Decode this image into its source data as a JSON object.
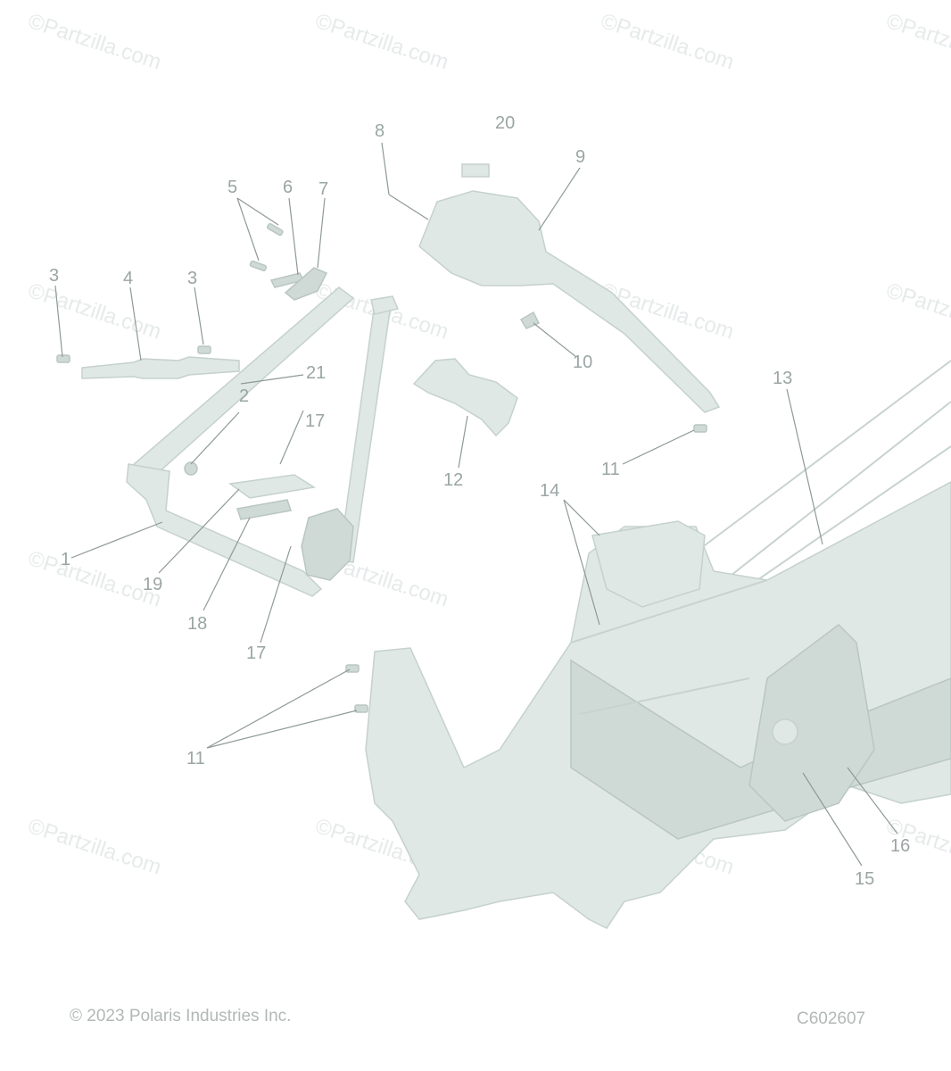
{
  "watermark": "©Partzilla.com",
  "callouts": [
    "1",
    "2",
    "3",
    "3",
    "4",
    "5",
    "6",
    "7",
    "8",
    "9",
    "10",
    "11",
    "11",
    "12",
    "13",
    "14",
    "15",
    "16",
    "17",
    "17",
    "18",
    "19",
    "20",
    "21"
  ],
  "footer": {
    "copyright": "© 2023 Polaris Industries Inc.",
    "drawing_code": "C602607"
  },
  "colors": {
    "part_fill": "#dfe8e5",
    "callout_text": "#9aa6a4",
    "watermark_text": "#e6eaea"
  }
}
